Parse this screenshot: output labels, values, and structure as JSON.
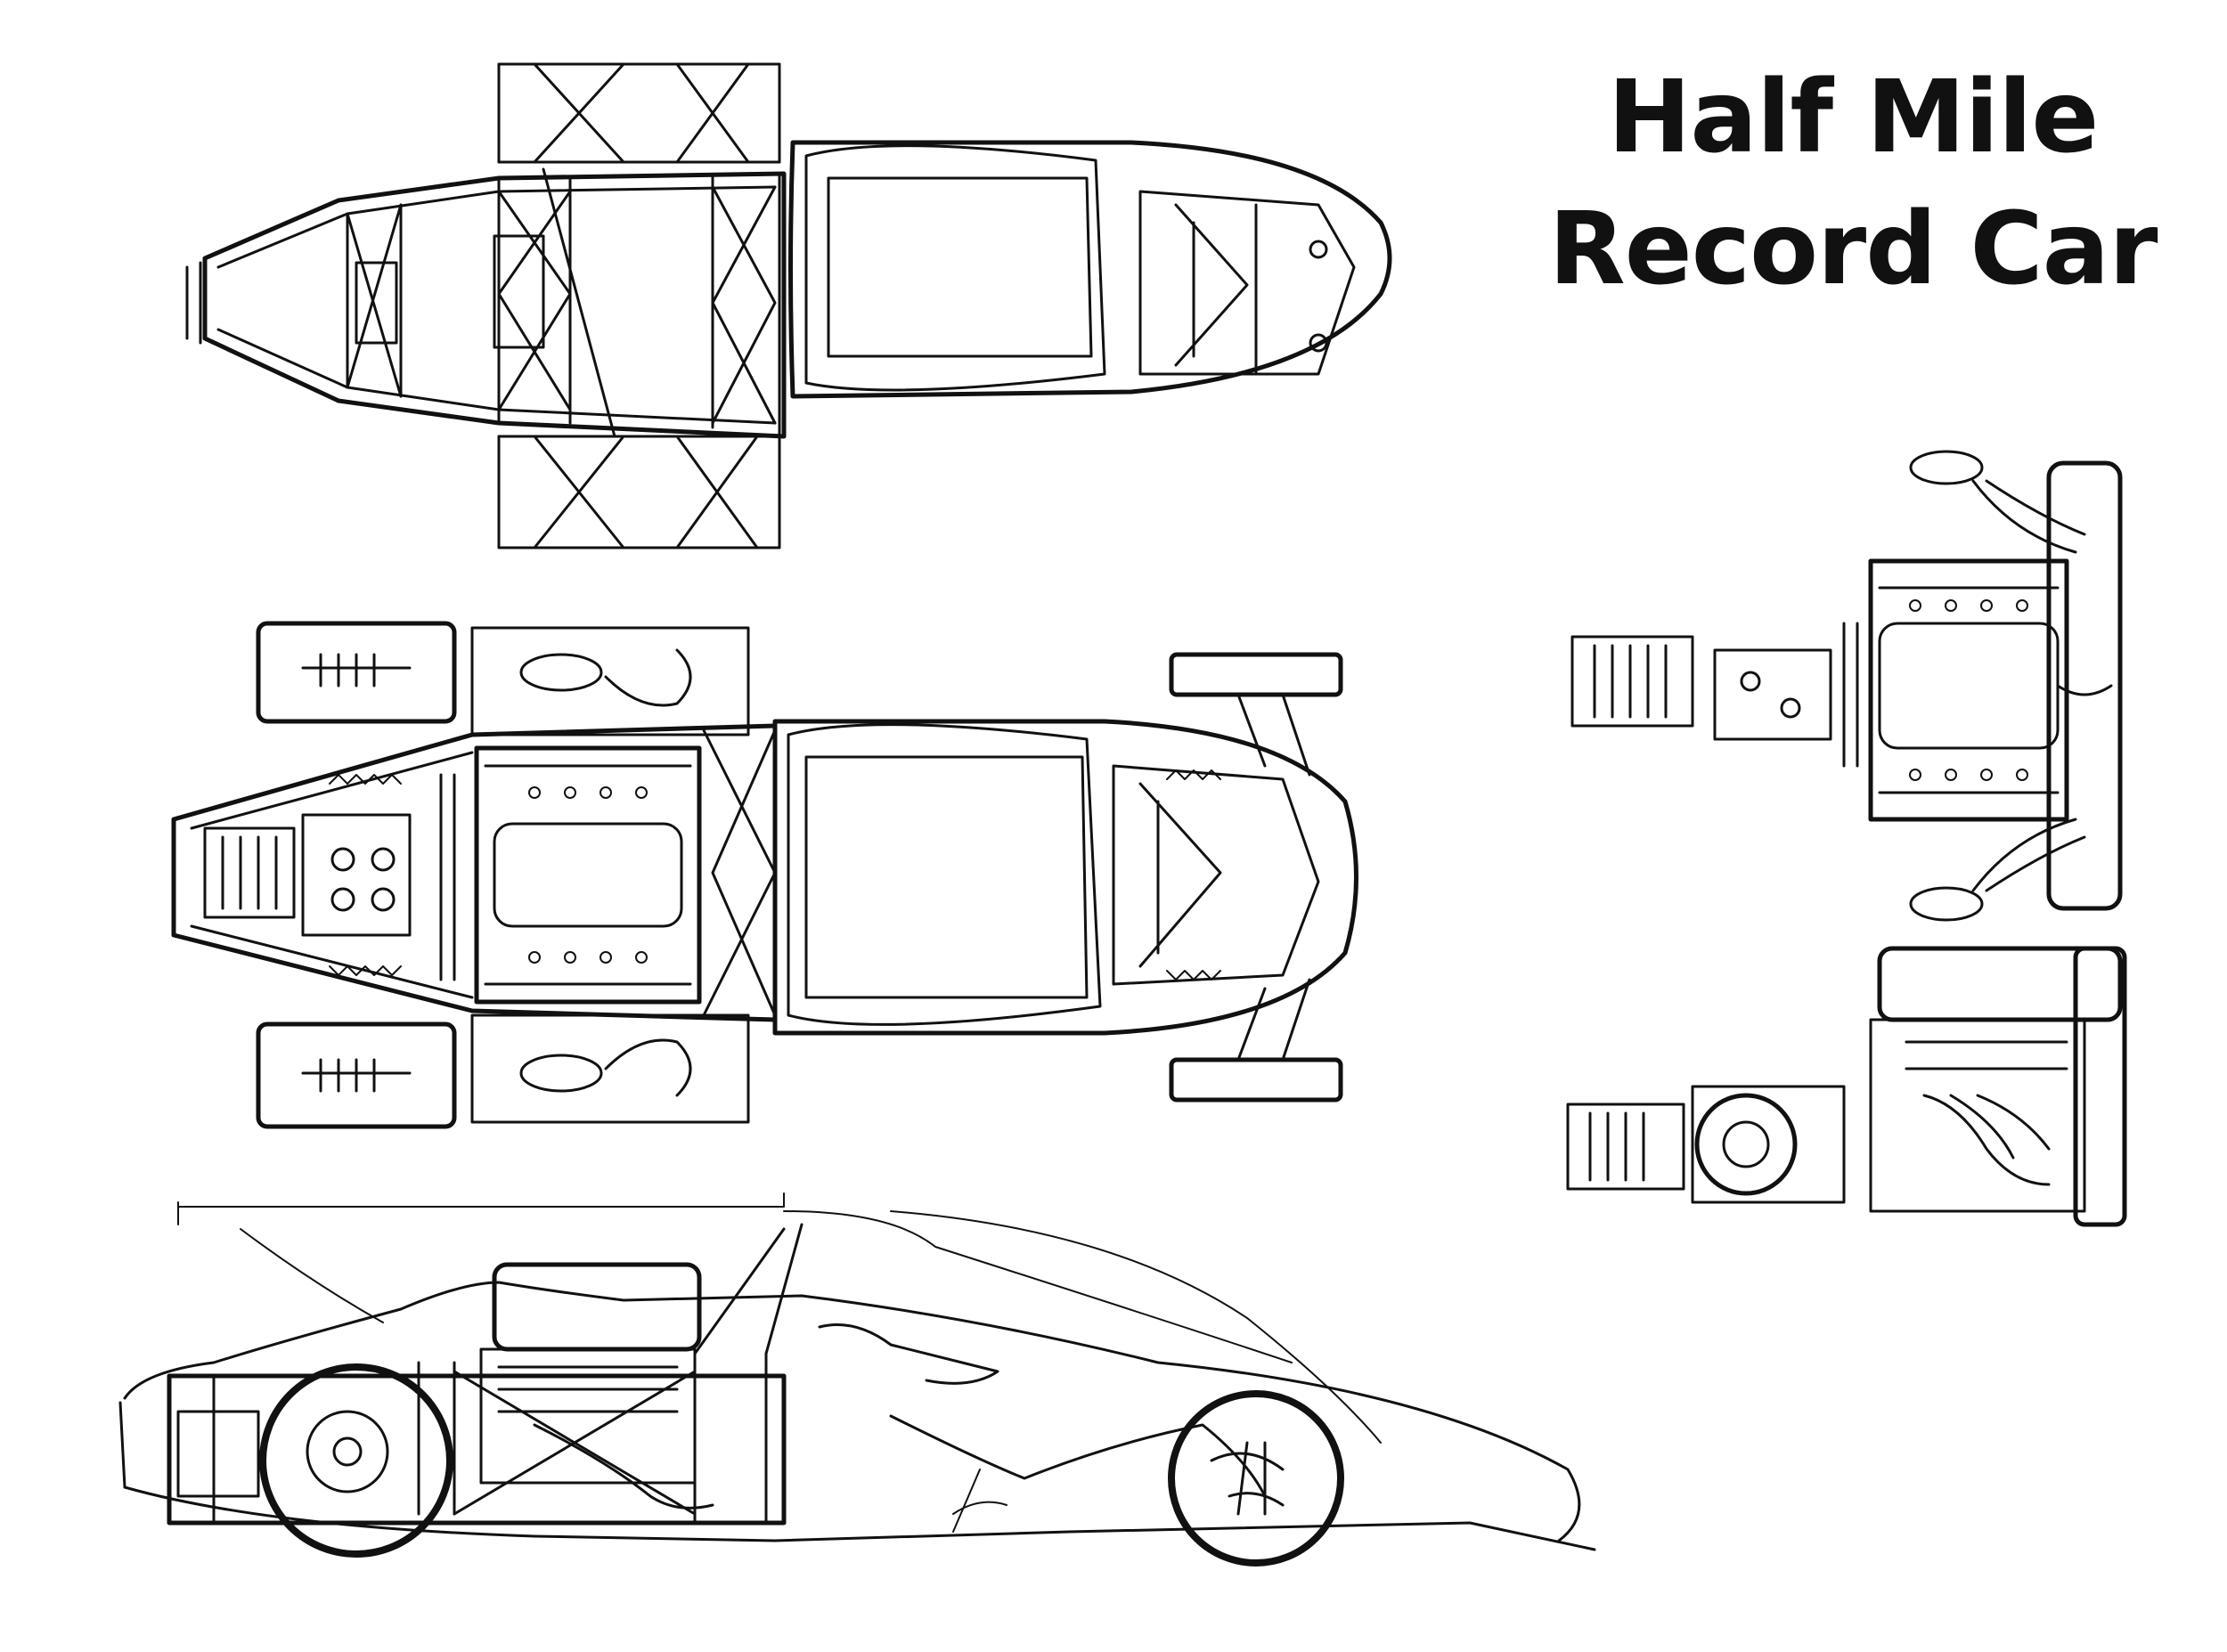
{
  "title": {
    "line1": "Half Mile",
    "line2": "Record Car"
  },
  "colors": {
    "ink": "#111111",
    "background": "#ffffff"
  },
  "views": [
    "chassis-top-view",
    "car-top-view-with-engine",
    "car-side-view",
    "engine-top-view",
    "engine-side-view"
  ]
}
